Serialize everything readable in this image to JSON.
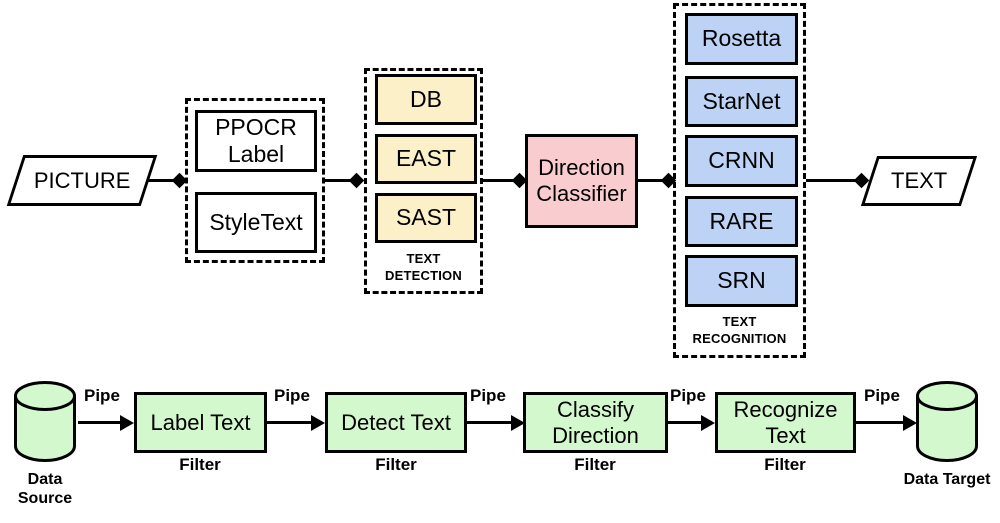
{
  "colors": {
    "background": "#ffffff",
    "stroke": "#000000",
    "labeling_fill": "#ffffff",
    "detection_fill": "#fcf0c9",
    "classifier_fill": "#f9cdd0",
    "recognition_fill": "#bdd3f5",
    "filter_fill": "#d3f8cd"
  },
  "pipeline": {
    "input_label": "PICTURE",
    "labeling": {
      "items": [
        "PPOCR Label",
        "StyleText"
      ]
    },
    "detection": {
      "title": "TEXT DETECTION",
      "items": [
        "DB",
        "EAST",
        "SAST"
      ]
    },
    "classifier_label": "Direction Classifier",
    "recognition": {
      "title": "TEXT RECOGNITION",
      "items": [
        "Rosetta",
        "StarNet",
        "CRNN",
        "RARE",
        "SRN"
      ]
    },
    "output_label": "TEXT"
  },
  "pipe_filter": {
    "source_label": "Data Source",
    "target_label": "Data Target",
    "pipe_label": "Pipe",
    "filter_label": "Filter",
    "filters": [
      "Label Text",
      "Detect Text",
      "Classify Direction",
      "Recognize Text"
    ]
  }
}
